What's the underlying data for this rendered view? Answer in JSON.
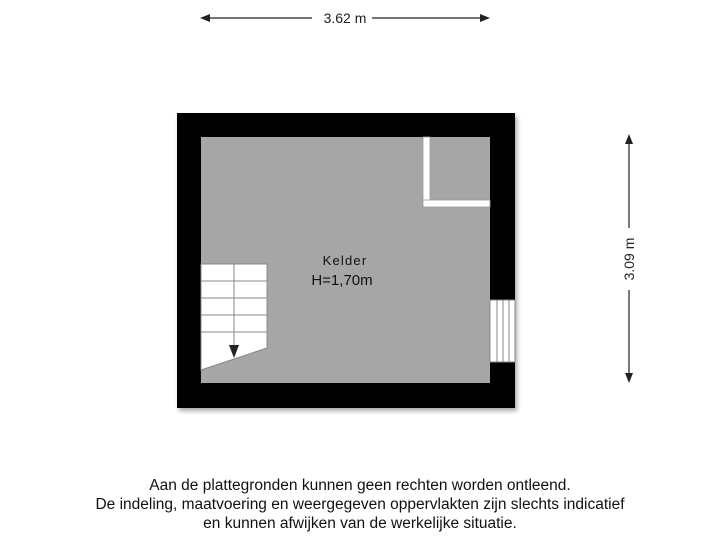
{
  "dimensions": {
    "width_label": "3.62 m",
    "height_label": "3.09 m"
  },
  "room": {
    "name": "Kelder",
    "height_label": "H=1,70m"
  },
  "disclaimer": {
    "line1": "Aan de plattegronden kunnen geen rechten worden ontleend.",
    "line2": "De indeling, maatvoering en weergegeven oppervlakten zijn slechts indicatief",
    "line3": "en kunnen afwijken van de werkelijke situatie."
  },
  "colors": {
    "wall": "#000000",
    "floor": "#a6a6a6",
    "stair": "#ffffff",
    "text": "#111111"
  }
}
